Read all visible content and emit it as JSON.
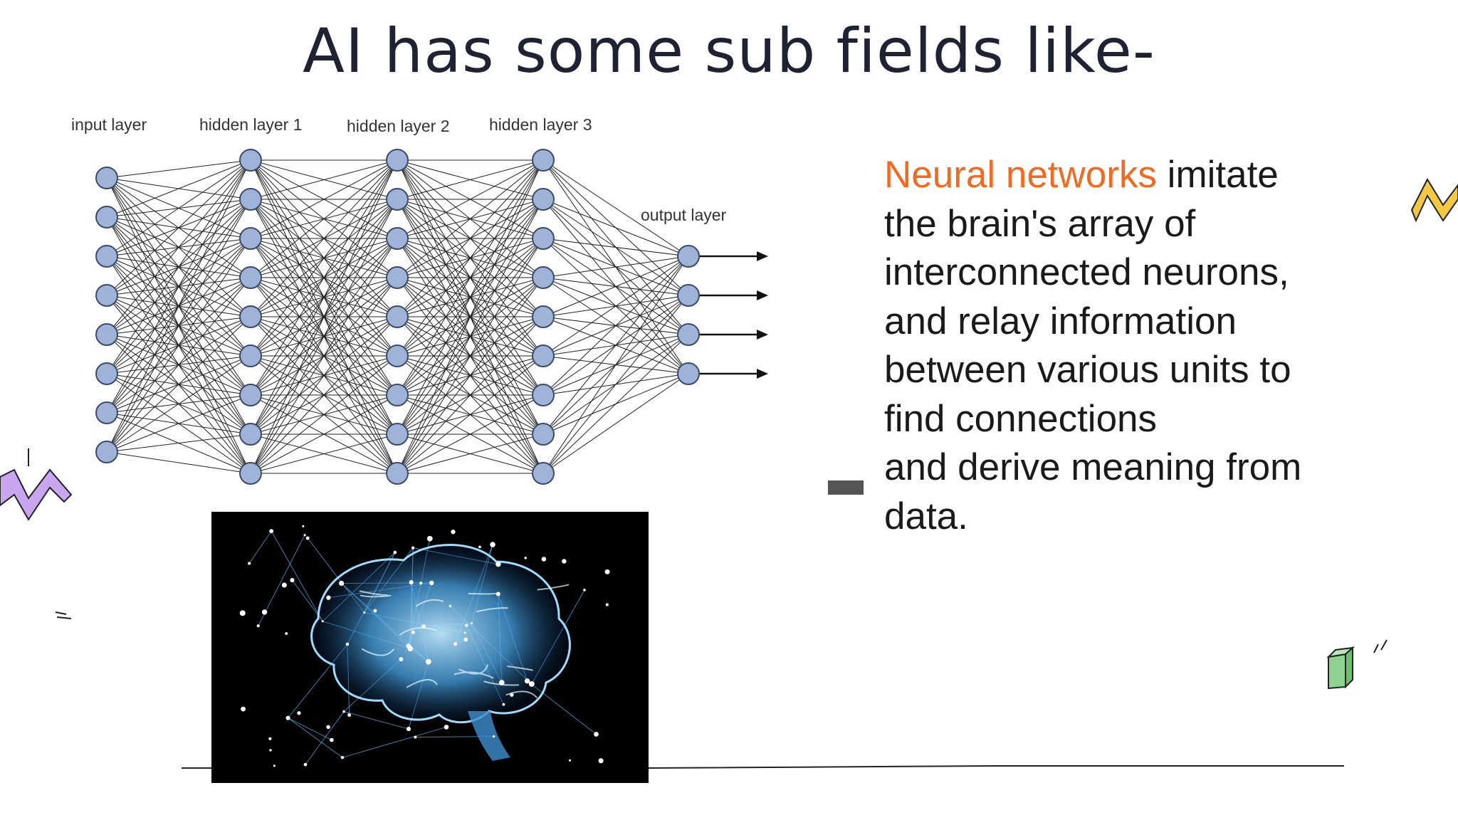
{
  "title": "AI has some sub fields like-",
  "diagram": {
    "layers": [
      {
        "label": "input layer",
        "nodes": 8
      },
      {
        "label": "hidden layer 1",
        "nodes": 9
      },
      {
        "label": "hidden layer 2",
        "nodes": 9
      },
      {
        "label": "hidden layer 3",
        "nodes": 9
      },
      {
        "label": "output layer",
        "nodes": 4
      }
    ],
    "node_fill": "#9fb3d8",
    "node_stroke": "#3a4a6a",
    "edge_color": "#222222"
  },
  "photo": {
    "subject": "glowing-brain-network",
    "background": "#000000",
    "glow": "#6fc6ff"
  },
  "description": {
    "highlight": "Neural networks",
    "line1_rest": " imitate",
    "line2": "the brain's array of",
    "line3": "interconnected neurons,",
    "line4": "and relay information",
    "line5": "between various units to",
    "line6": "find connections",
    "line7": "and derive meaning from",
    "line8": "data."
  },
  "colors": {
    "title": "#1e2233",
    "highlight": "#f26a1f",
    "text": "#1a1a1a"
  },
  "decorations": {
    "zigzag_right": "#f5c842",
    "zigzag_left": "#c8a6f0",
    "cube": "#8fd28f"
  }
}
